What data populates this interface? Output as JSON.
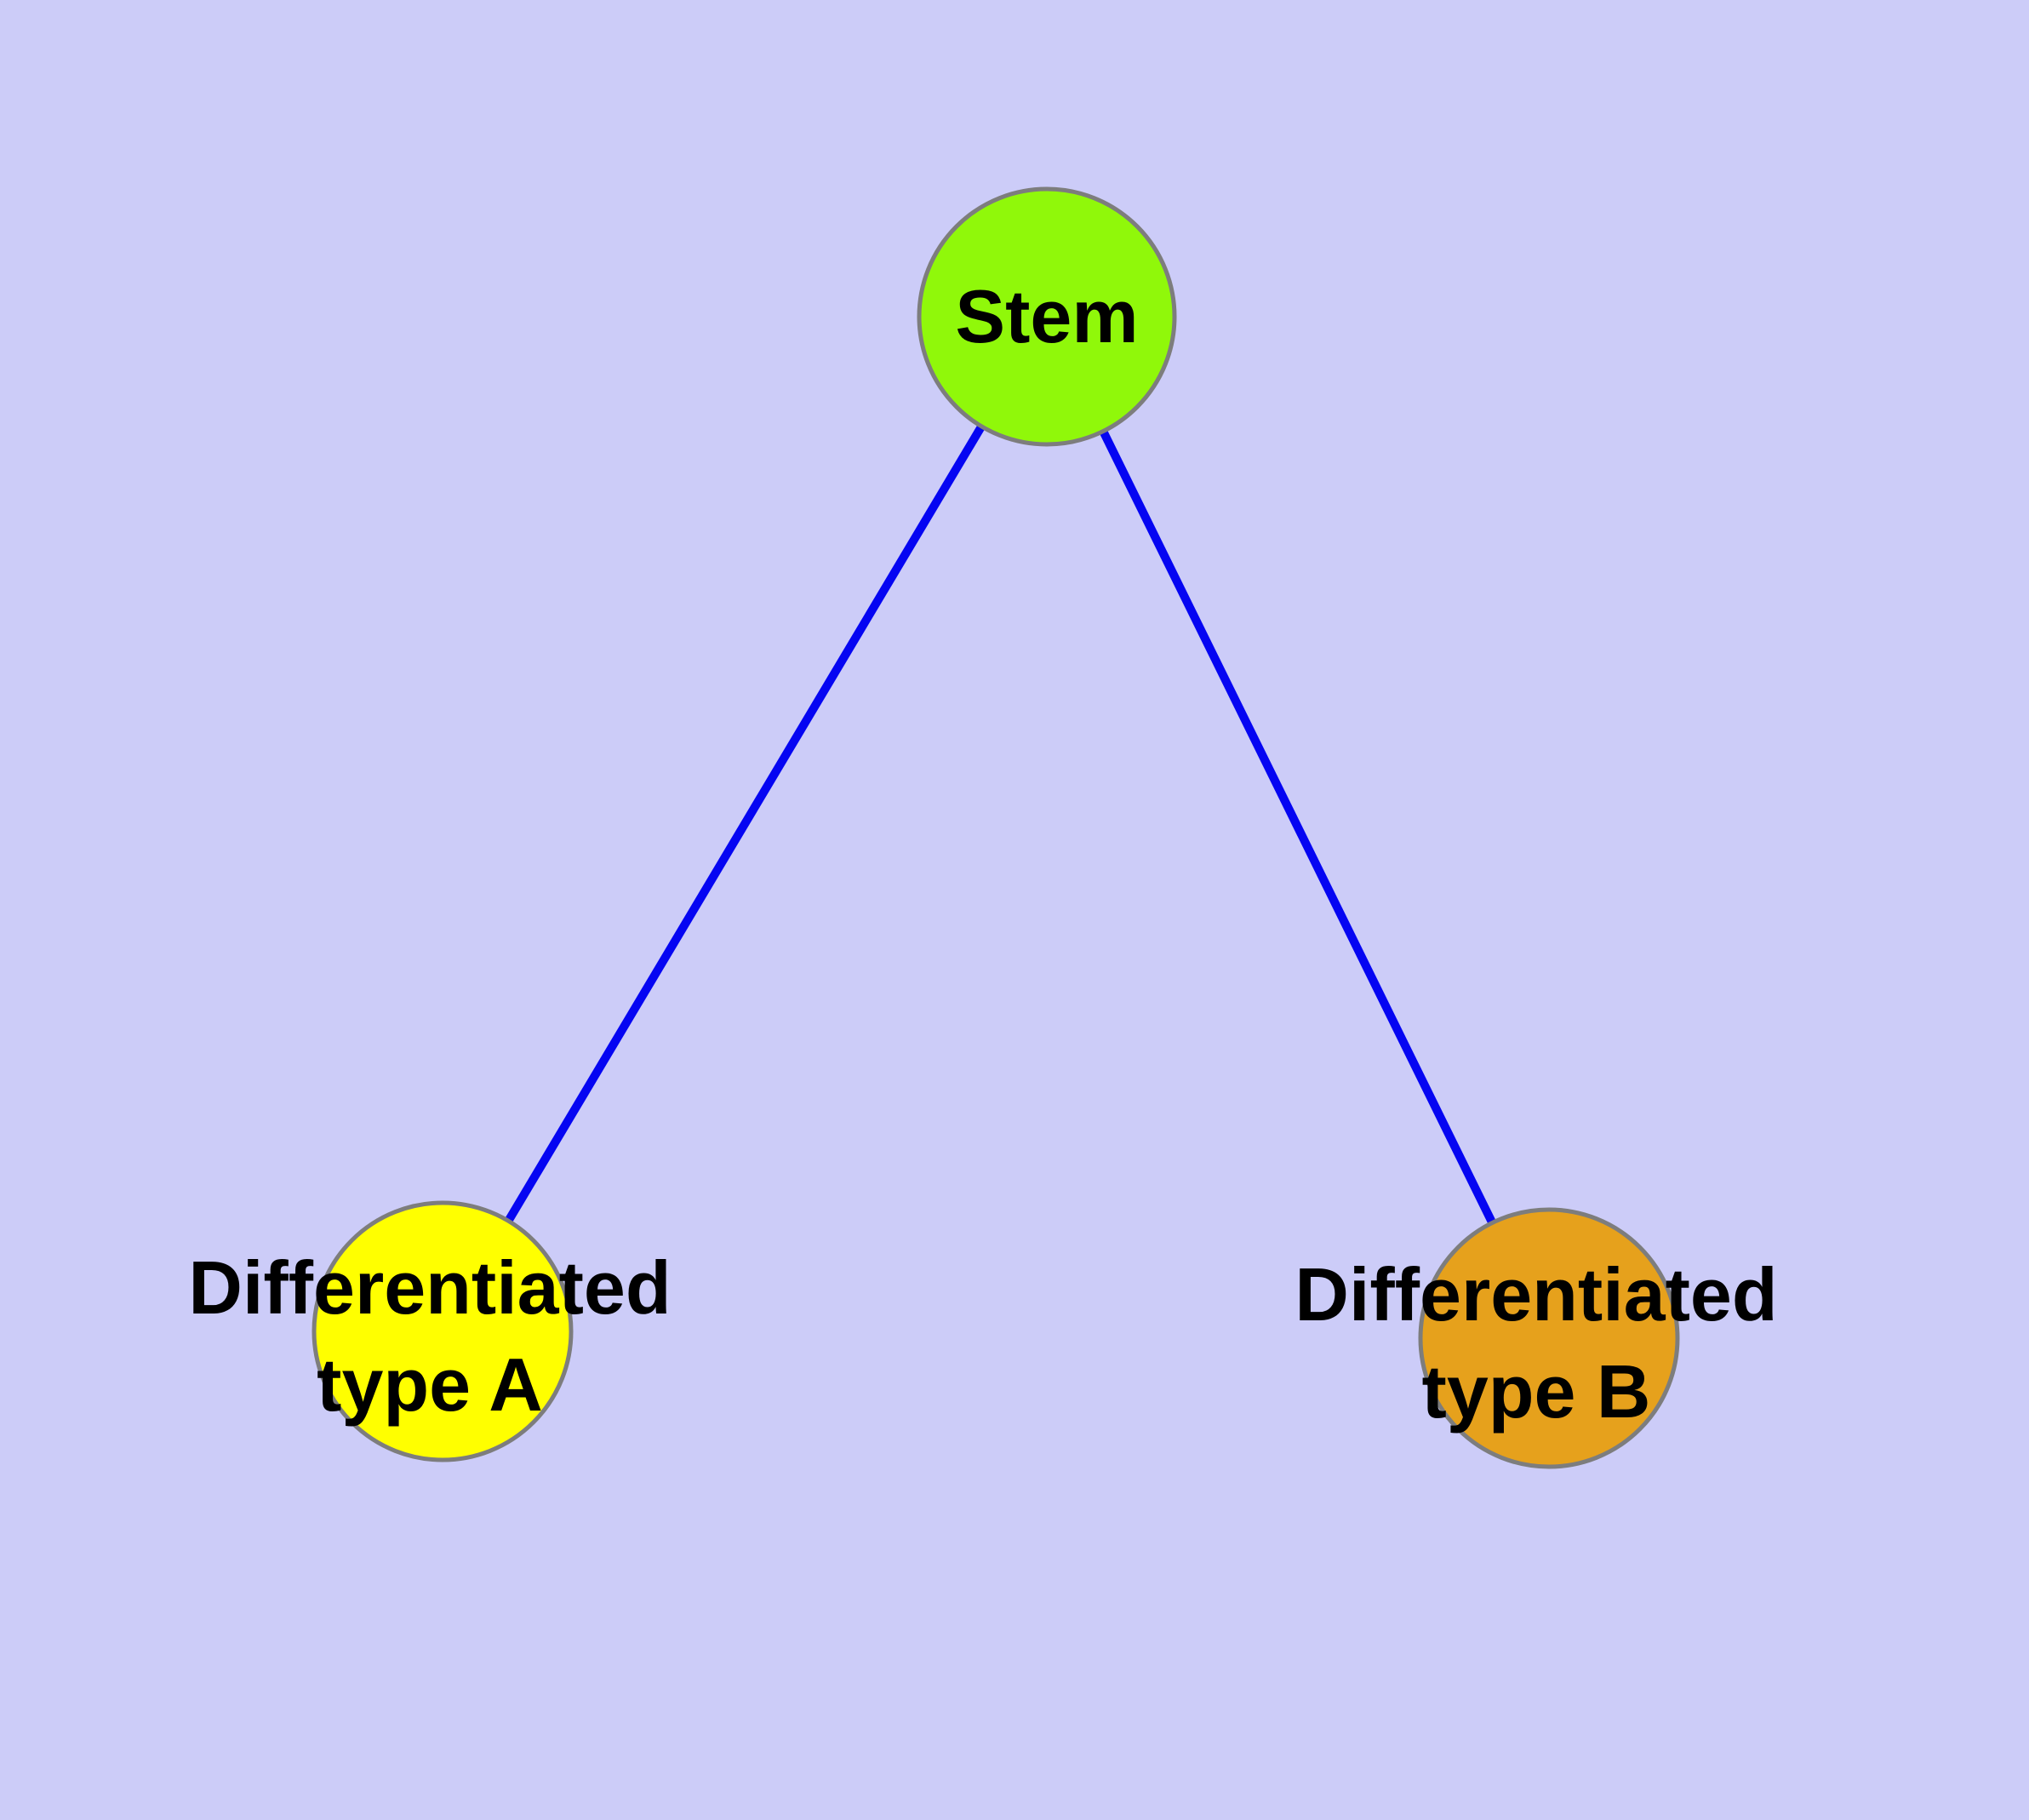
{
  "diagram": {
    "background_color": "#CCCCF8",
    "edge_color": "#0505F2",
    "node_border_color": "#7D7D7D",
    "nodes": {
      "stem": {
        "label": "Stem",
        "fill_color": "#90F80A"
      },
      "type_a": {
        "label_line1": "Differentiated",
        "label_line2": "type A",
        "fill_color": "#FFFF00"
      },
      "type_b": {
        "label_line1": "Differentiated",
        "label_line2": "type B",
        "fill_color": "#E6A11C"
      }
    },
    "edges": [
      {
        "from": "Stem",
        "to": "Differentiated type A"
      },
      {
        "from": "Stem",
        "to": "Differentiated type B"
      }
    ]
  }
}
